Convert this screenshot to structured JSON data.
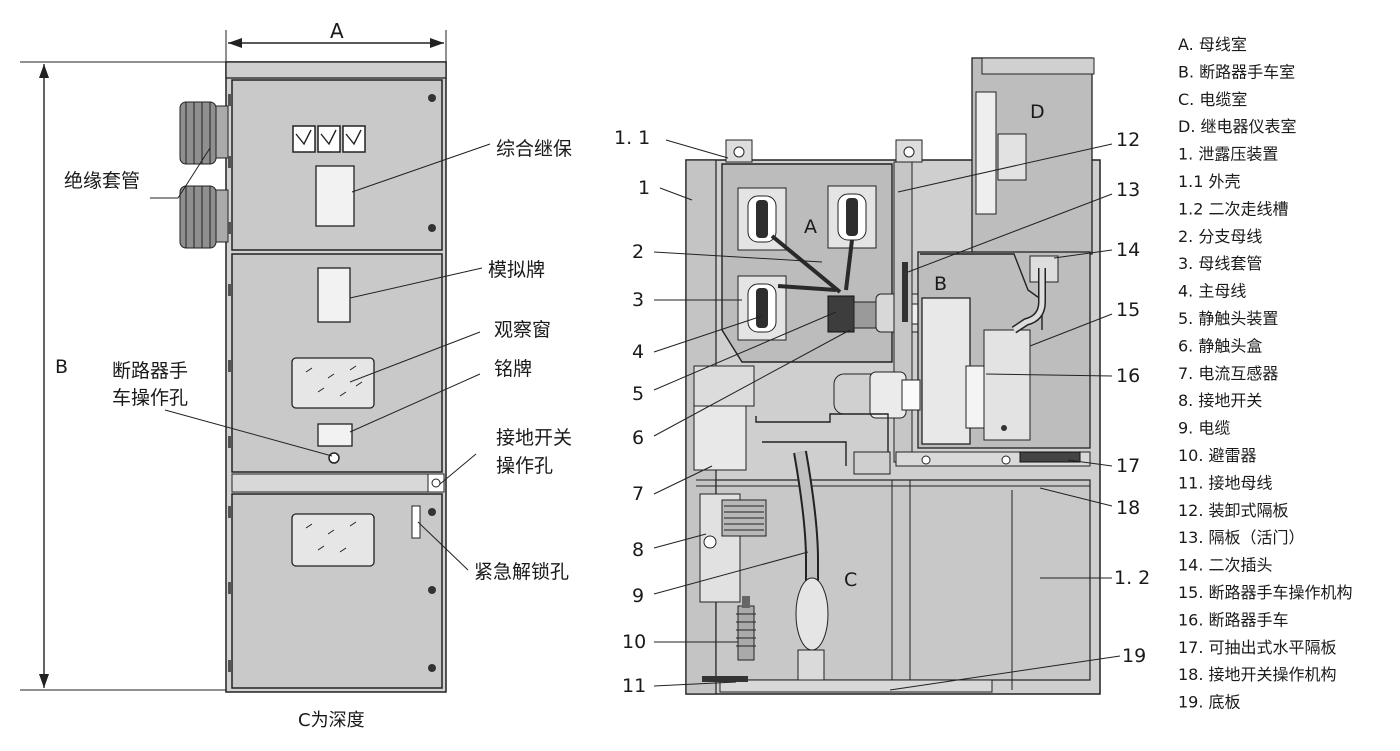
{
  "front_view": {
    "dim_a": "A",
    "dim_b": "B",
    "depth_note": "C为深度",
    "labels": {
      "bushing": "绝缘套管",
      "relay": "综合继保",
      "mimic": "模拟牌",
      "window": "观察窗",
      "nameplate": "铭牌",
      "breaker_hole_1": "断路器手",
      "breaker_hole_2": "车操作孔",
      "earth_hole_1": "接地开关",
      "earth_hole_2": "操作孔",
      "unlock": "紧急解锁孔"
    }
  },
  "side_view": {
    "rooms": {
      "a": "A",
      "b": "B",
      "c": "C",
      "d": "D"
    },
    "callouts": [
      "1. 1",
      "1",
      "2",
      "3",
      "4",
      "5",
      "6",
      "7",
      "8",
      "9",
      "10",
      "11",
      "12",
      "13",
      "14",
      "15",
      "16",
      "17",
      "18",
      "19",
      "1. 2"
    ]
  },
  "legend": [
    "A. 母线室",
    "B. 断路器手车室",
    "C. 电缆室",
    "D. 继电器仪表室",
    "1. 泄露压装置",
    "1.1 外壳",
    "1.2 二次走线槽",
    "2. 分支母线",
    "3. 母线套管",
    "4. 主母线",
    "5. 静触头装置",
    "6. 静触头盒",
    "7. 电流互感器",
    "8. 接地开关",
    "9. 电缆",
    "10. 避雷器",
    "11. 接地母线",
    "12. 装卸式隔板",
    "13. 隔板（活门）",
    "14. 二次插头",
    "15. 断路器手车操作机构",
    "16. 断路器手车",
    "17. 可抽出式水平隔板",
    "18. 接地开关操作机构",
    "19. 底板"
  ]
}
